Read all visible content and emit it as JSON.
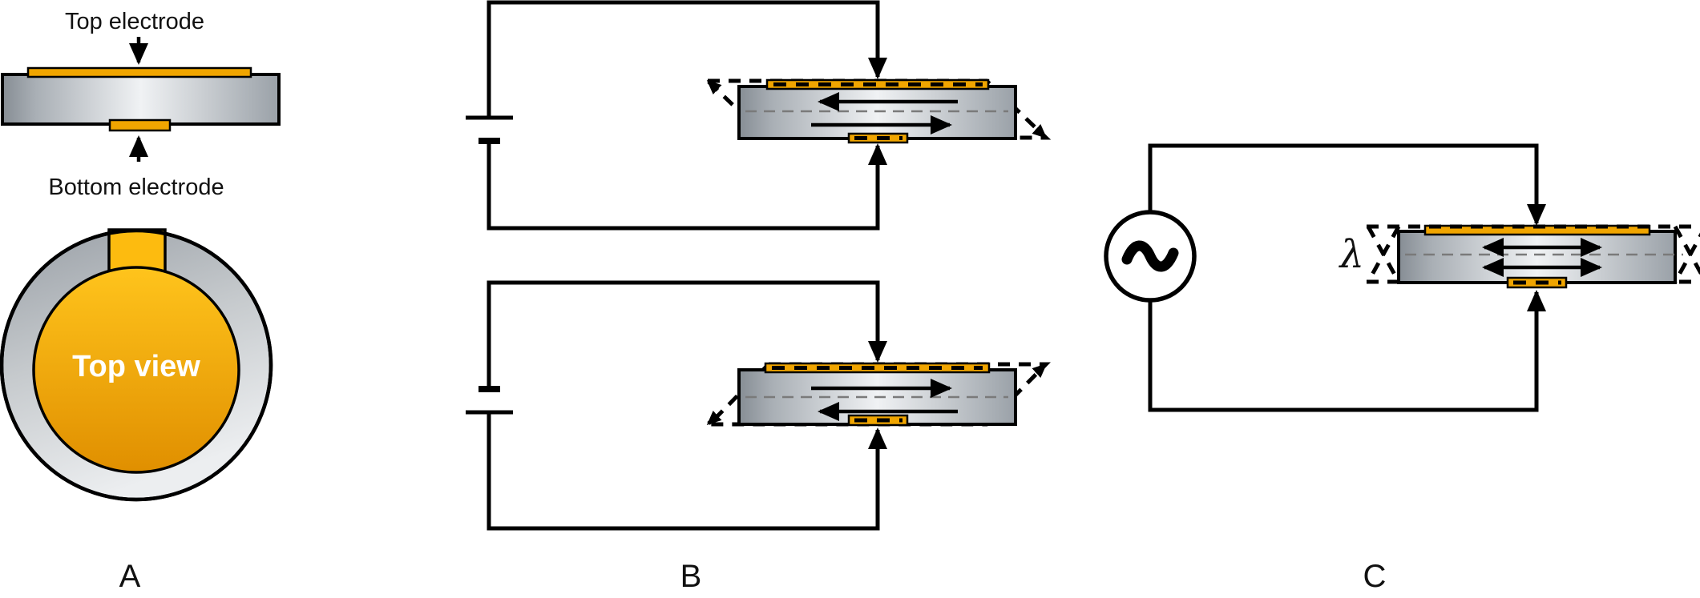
{
  "figure": {
    "panels": {
      "a": {
        "label": "A",
        "top_electrode_label": "Top electrode",
        "bottom_electrode_label": "Bottom electrode",
        "top_view_label": "Top view"
      },
      "b": {
        "label": "B"
      },
      "c": {
        "label": "C",
        "wavelength_symbol": "λ"
      }
    },
    "icons": {
      "battery": "battery-cell-icon",
      "ac_source": "ac-sine-source-icon",
      "arrows": "direction-arrow-icon"
    },
    "colors": {
      "electrode_gold": "#F0A500",
      "gold_light": "#FFC41C",
      "gold_dark": "#E08F00",
      "silver_dark": "#8E959C",
      "silver_light": "#F0F2F4",
      "wire_black": "#000000",
      "centerline_gray": "#7A7A7A",
      "text_color": "#111111",
      "background": "#FFFFFF"
    }
  }
}
